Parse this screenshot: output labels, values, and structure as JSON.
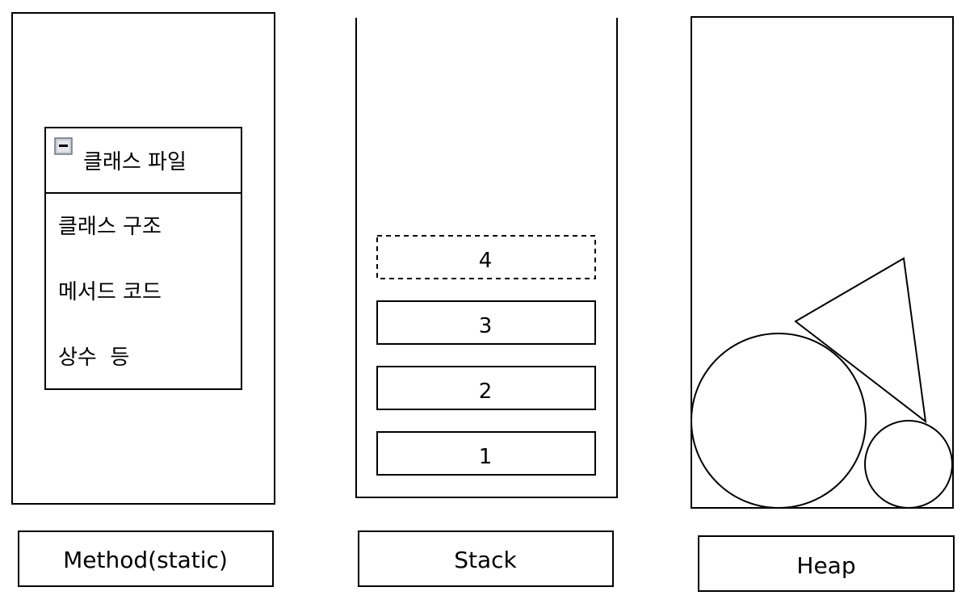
{
  "method_area": {
    "class_file": {
      "title": "클래스 파일",
      "items": [
        "클래스 구조",
        "메서드 코드",
        "상수  등"
      ]
    },
    "label": "Method(static)"
  },
  "stack": {
    "frames": [
      "1",
      "2",
      "3"
    ],
    "pending_frame": "4",
    "label": "Stack"
  },
  "heap": {
    "label": "Heap"
  }
}
